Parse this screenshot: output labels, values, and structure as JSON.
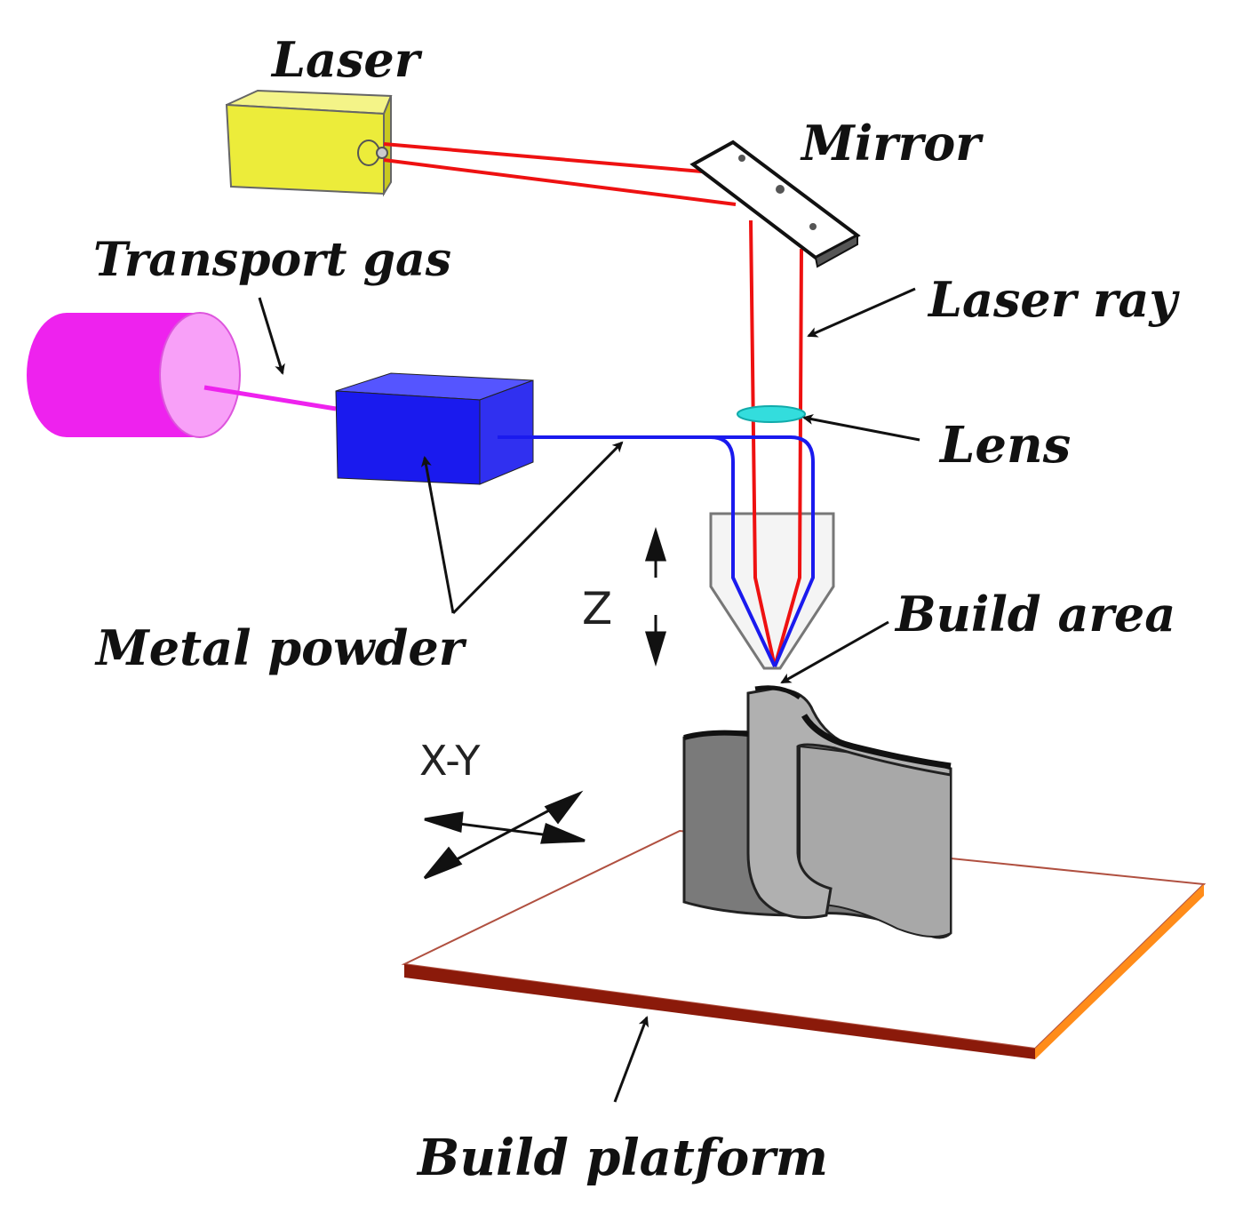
{
  "labels": {
    "laser": "Laser",
    "mirror": "Mirror",
    "transport_gas": "Transport gas",
    "laser_ray": "Laser ray",
    "lens": "Lens",
    "metal_powder": "Metal powder",
    "build_area": "Build area",
    "z_axis": "Z",
    "xy_axis": "X-Y",
    "build_platform": "Build platform"
  },
  "colors": {
    "laser_box": "#ecec3a",
    "gas_cylinder": "#ee22ee",
    "powder_box": "#1a1aee",
    "laser_beam": "#ee1111",
    "powder_line": "#1a1aee",
    "lens": "#33dddd",
    "platform_edge": "#8b1a0a",
    "platform_side": "#ff8c1a",
    "part": "#8a8a8a"
  }
}
